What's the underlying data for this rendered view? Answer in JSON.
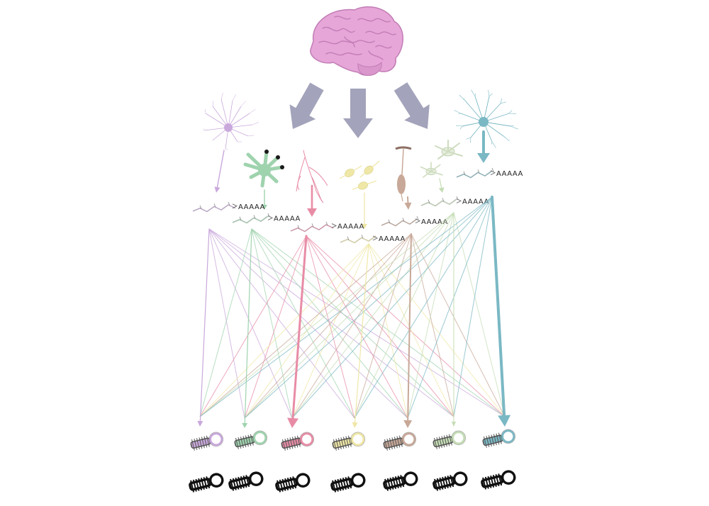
{
  "palette": {
    "brain": "#e6a6d8",
    "brain_dark": "#c27db5",
    "big_arrow": "#a3a3bb",
    "black": "#111111",
    "cell_types": [
      {
        "name": "lilac",
        "color": "#c9a8dc"
      },
      {
        "name": "green",
        "color": "#9fd3ae"
      },
      {
        "name": "pink",
        "color": "#e88ca6"
      },
      {
        "name": "yellow",
        "color": "#efe7a6"
      },
      {
        "name": "tan",
        "color": "#c8a898"
      },
      {
        "name": "sage",
        "color": "#c4dcb4"
      },
      {
        "name": "teal",
        "color": "#7ab8c4"
      }
    ]
  },
  "polyA_tail": "AAAAA",
  "cells": [
    {
      "icon": "pyramidal-neuron-icon"
    },
    {
      "icon": "astrocyte-icon"
    },
    {
      "icon": "dendrite-arbor-icon"
    },
    {
      "icon": "bipolar-neurons-icon"
    },
    {
      "icon": "spindle-neuron-icon"
    },
    {
      "icon": "glial-cells-icon"
    },
    {
      "icon": "multipolar-neuron-icon"
    }
  ],
  "probes": [
    {
      "icon": "colored-hairpin-probe-icon"
    },
    {
      "icon": "colored-hairpin-probe-icon"
    },
    {
      "icon": "colored-hairpin-probe-icon"
    },
    {
      "icon": "colored-hairpin-probe-icon"
    },
    {
      "icon": "colored-hairpin-probe-icon"
    },
    {
      "icon": "colored-hairpin-probe-icon"
    },
    {
      "icon": "colored-hairpin-probe-icon"
    }
  ],
  "black_probes_icon": "black-hairpin-probe-icon"
}
